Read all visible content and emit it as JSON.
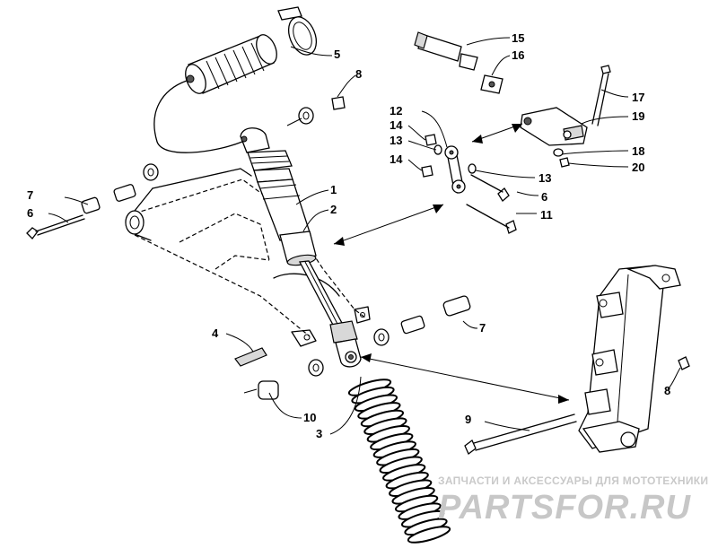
{
  "watermark": {
    "tagline": "ЗАПЧАСТИ И АКСЕССУАРЫ ДЛЯ МОТОТЕХНИКИ",
    "logo": "PARTSFOR.RU"
  },
  "callouts": {
    "c1": "1",
    "c2": "2",
    "c3": "3",
    "c4": "4",
    "c5": "5",
    "c6a": "6",
    "c6b": "6",
    "c7a": "7",
    "c7b": "7",
    "c8a": "8",
    "c8b": "8",
    "c9": "9",
    "c10": "10",
    "c11": "11",
    "c12": "12",
    "c13a": "13",
    "c13b": "13",
    "c14a": "14",
    "c14b": "14",
    "c15": "15",
    "c16": "16",
    "c17": "17",
    "c18": "18",
    "c19": "19",
    "c20": "20"
  }
}
